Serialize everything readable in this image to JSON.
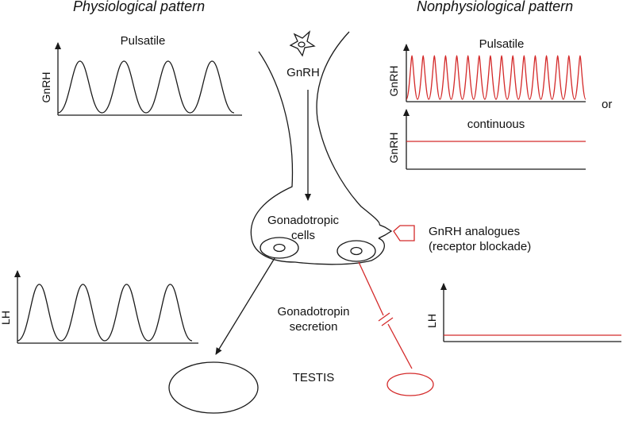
{
  "headers": {
    "physiological": "Physiological pattern",
    "nonphysiological": "Nonphysiological pattern"
  },
  "labels": {
    "gnrh": "GnRH",
    "gonadotropic_cells_line1": "Gonadotropic",
    "gonadotropic_cells_line2": "cells",
    "analogues_line1": "GnRH analogues",
    "analogues_line2": "(receptor blockade)",
    "secretion_line1": "Gonadotropin",
    "secretion_line2": "secretion",
    "testis": "TESTIS",
    "or": "or"
  },
  "plots": {
    "physio_gnrh": {
      "title": "Pulsatile",
      "ylabel": "GnRH",
      "pattern": "pulsatile",
      "pulses": 4
    },
    "nonphysio_gnrh_pulsatile": {
      "title": "Pulsatile",
      "ylabel": "GnRH",
      "pattern": "pulsatile",
      "pulses": 16
    },
    "nonphysio_gnrh_continuous": {
      "title": "continuous",
      "ylabel": "GnRH",
      "pattern": "continuous"
    },
    "physio_lh": {
      "title": "",
      "ylabel": "LH",
      "pattern": "pulsatile",
      "pulses": 4
    },
    "nonphysio_lh": {
      "title": "",
      "ylabel": "LH",
      "pattern": "continuous"
    }
  },
  "colors": {
    "physiological": "#1a1a1a",
    "nonphysiological": "#d42a2a"
  }
}
